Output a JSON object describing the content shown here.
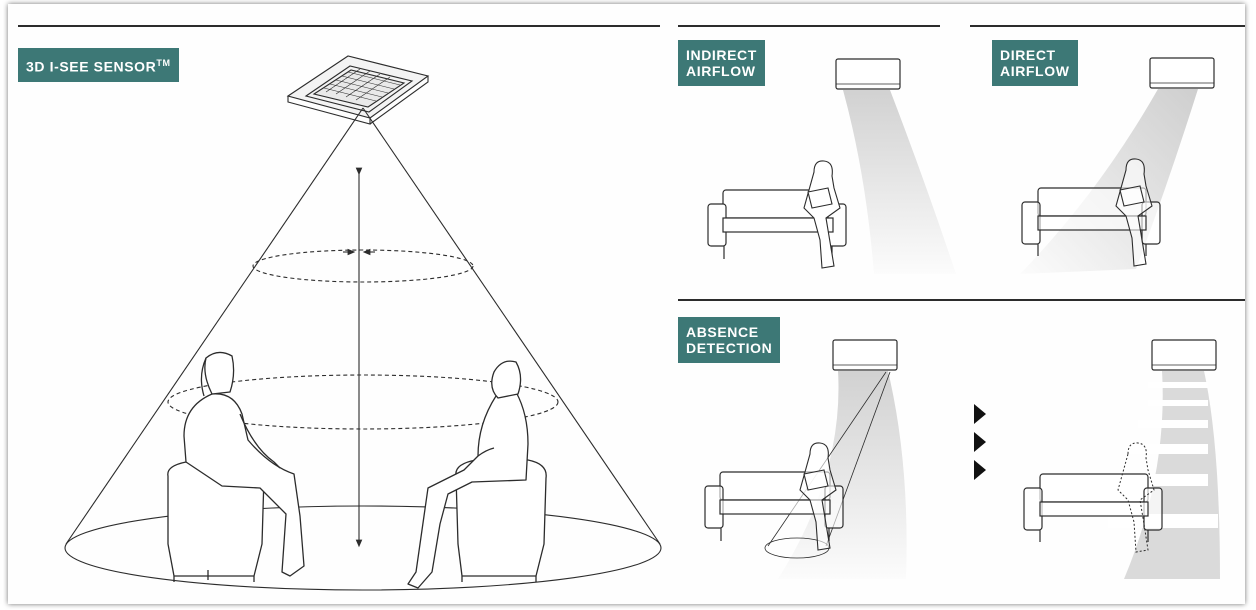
{
  "labels": {
    "sensor": {
      "text": "3D I-SEE SENSOR",
      "mark": "TM"
    },
    "indirect": "INDIRECT\nAIRFLOW",
    "direct": "DIRECT\nAIRFLOW",
    "absence": "ABSENCE\nDETECTION"
  },
  "colors": {
    "label_bg": "#3d7876",
    "line": "#2c2c2c",
    "airflow": "#d4d4d4"
  },
  "icons": [
    "arrow-right-icon",
    "arrow-right-icon",
    "arrow-right-icon"
  ]
}
